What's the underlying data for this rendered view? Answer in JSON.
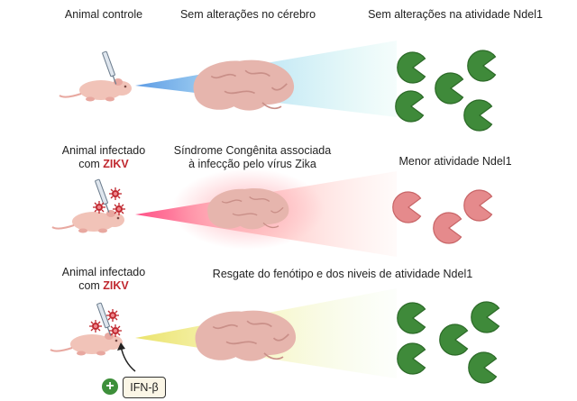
{
  "rows": [
    {
      "animal": "Animal controle",
      "brain": "Sem alterações no cérebro",
      "activity": "Sem alterações na atividade Ndel1"
    },
    {
      "animal_line1": "Animal infectado",
      "animal_prefix": "com ",
      "animal_virus": "ZIKV",
      "brain_line1": "Síndrome Congênita associada",
      "brain_line2": "à infecção pelo vírus Zika",
      "activity": "Menor atividade Ndel1"
    },
    {
      "animal_line1": "Animal infectado",
      "animal_prefix": "com ",
      "animal_virus": "ZIKV",
      "rescue": "Resgate do fenótipo e dos niveis de atividade Ndel1",
      "treatment": "IFN-β",
      "treatment_sign": "+"
    }
  ],
  "colors": {
    "virus_red": "#c0282f",
    "ndel1_normal": "#3f8a3a",
    "ndel1_reduced": "#e58a8c",
    "beam_control": "#8fd3f0",
    "beam_infected": "#ff7d8a",
    "beam_rescue": "#f3ea8a",
    "mouse": "#f1c3b8",
    "brain": "#e6b5ad"
  },
  "icons": [
    "mouse-icon",
    "syringe-icon",
    "virus-icon",
    "brain-icon",
    "pacman-icon",
    "arrow-icon",
    "plus-icon"
  ]
}
